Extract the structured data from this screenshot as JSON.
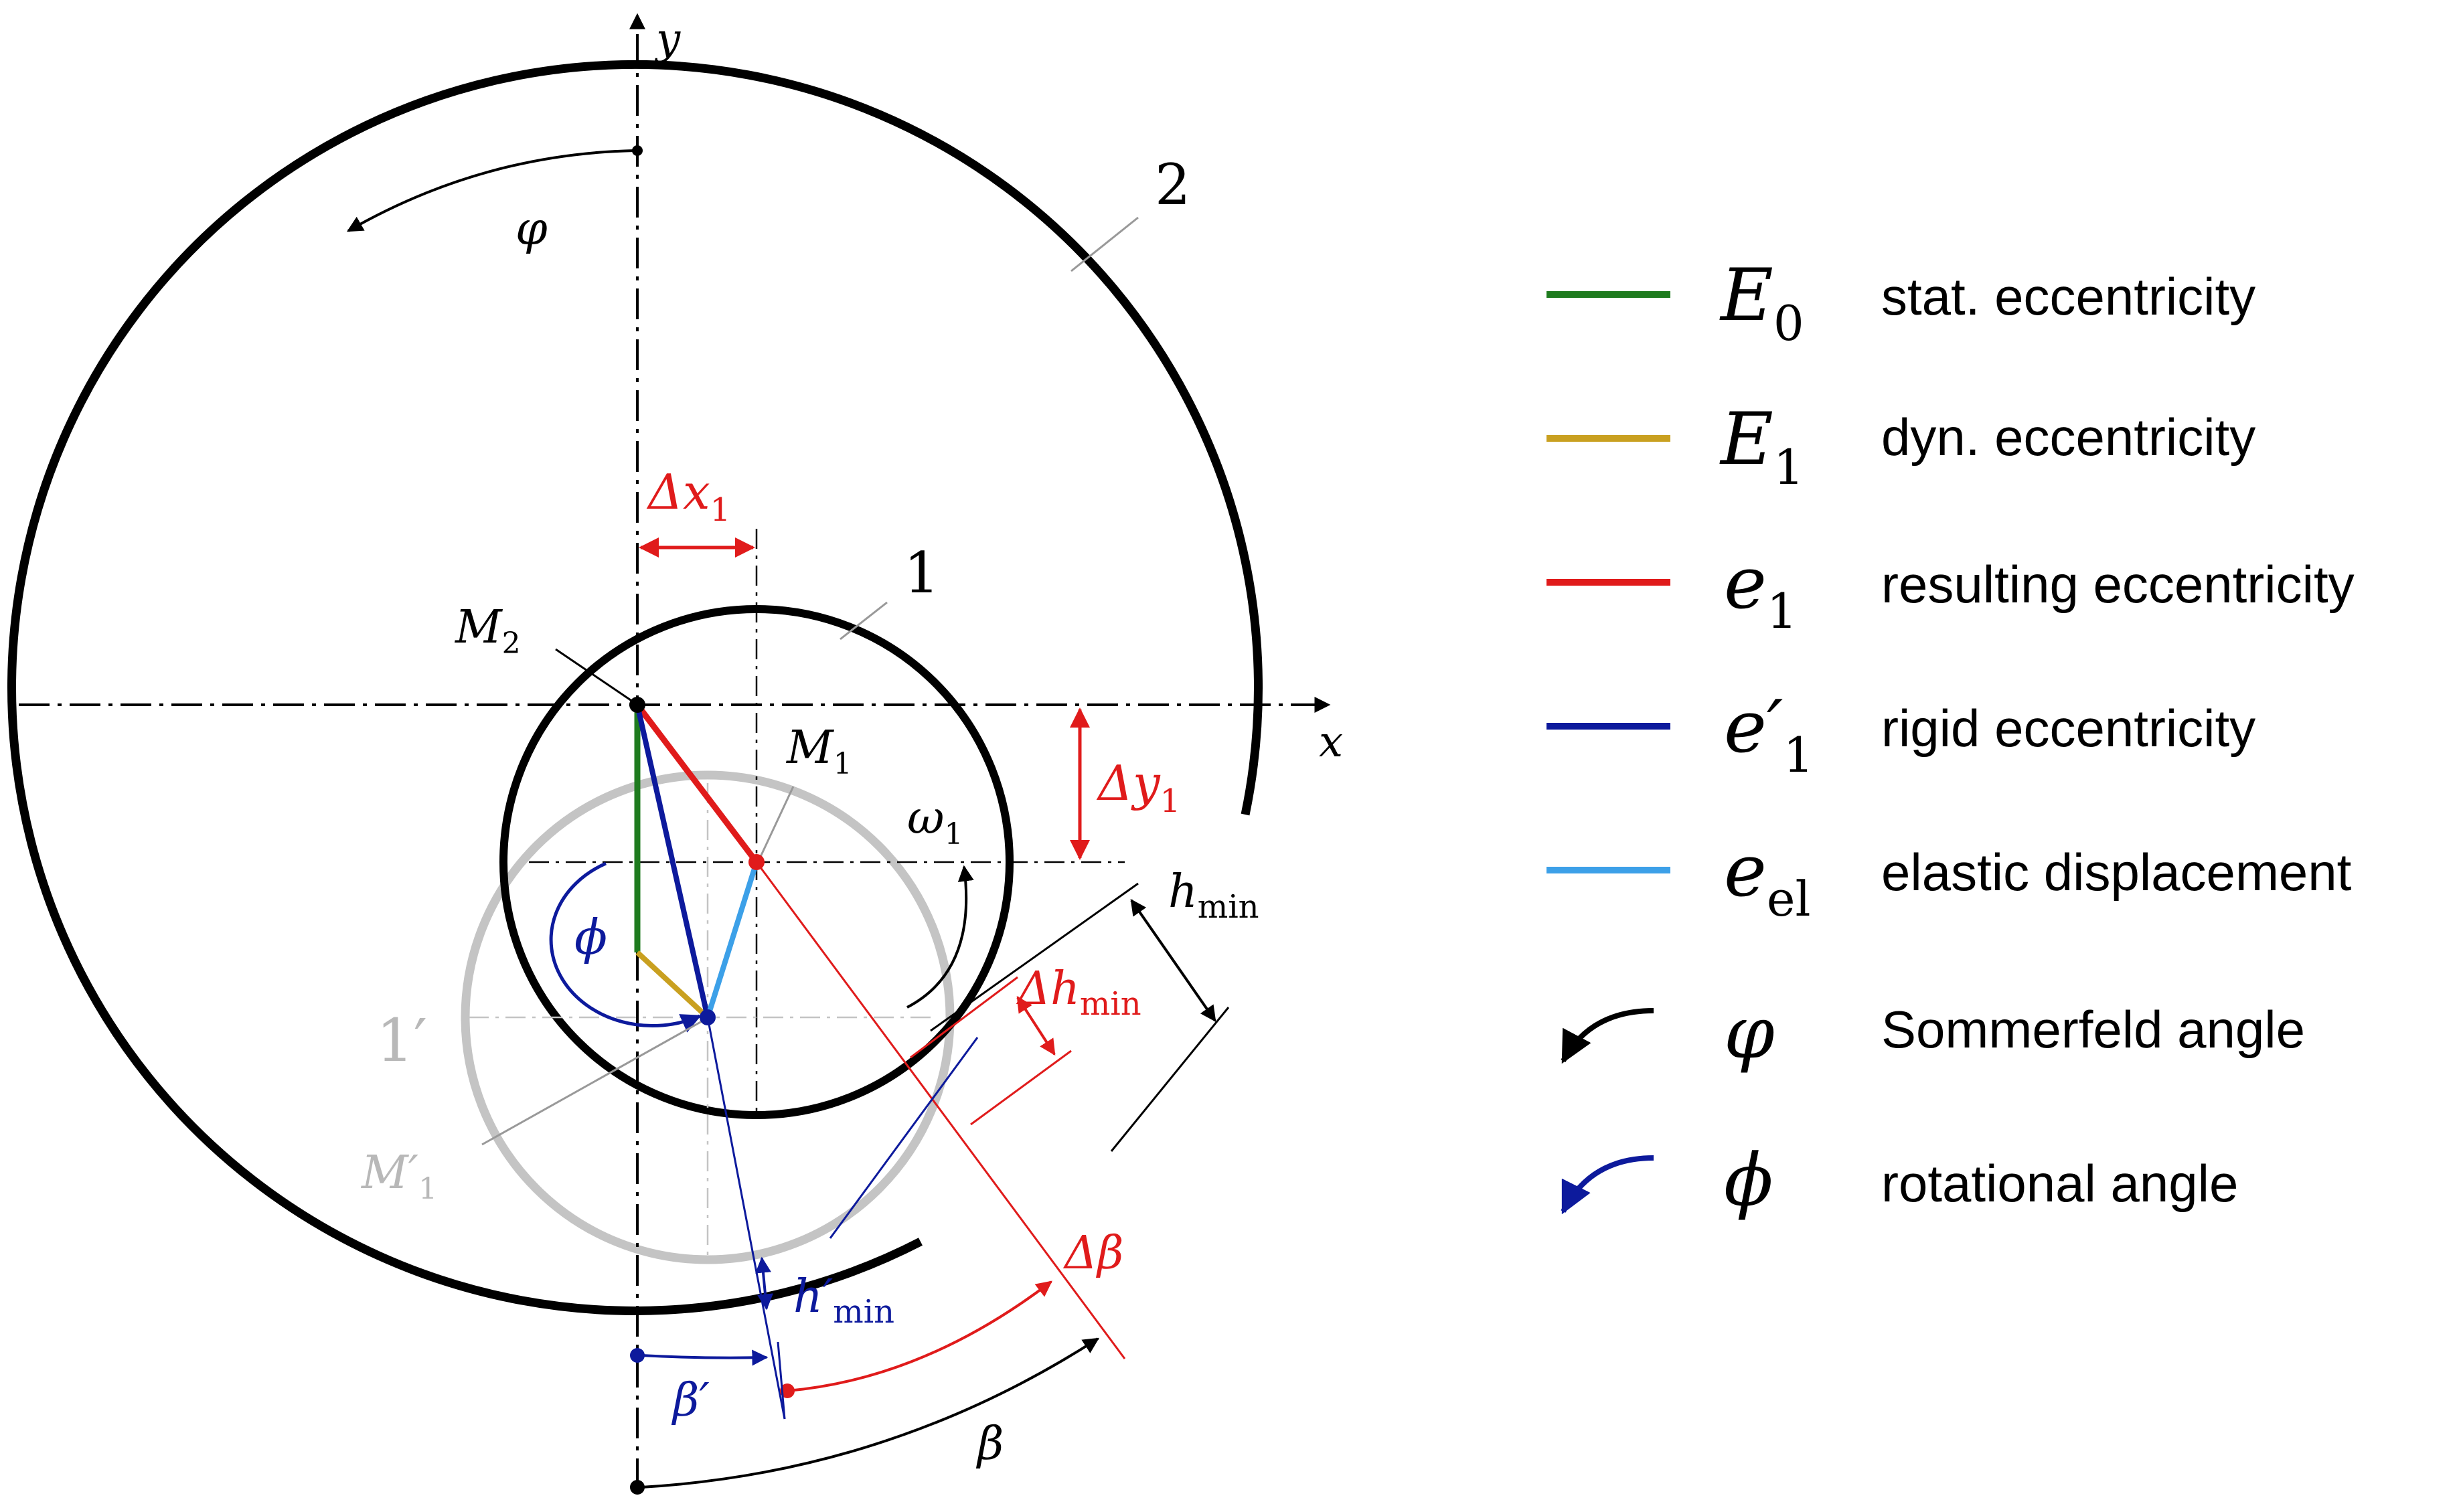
{
  "diagram": {
    "axes": {
      "x_label": "x",
      "y_label": "y"
    },
    "component_labels": {
      "outer": "2",
      "inner": "1",
      "rigid": "1′"
    },
    "points": {
      "M2": {
        "base": "M",
        "sub": "2"
      },
      "M1": {
        "base": "M",
        "sub": "1"
      },
      "M1p": {
        "base": "M′",
        "sub": "1"
      }
    },
    "symbols": {
      "phi_sommerfeld": "φ",
      "phi_rotational": "ϕ",
      "omega": {
        "base": "ω",
        "sub": "1"
      },
      "delta_x": {
        "base": "Δx",
        "sub": "1"
      },
      "delta_y": {
        "base": "Δy",
        "sub": "1"
      },
      "h_min": {
        "base": "h",
        "sub": "min"
      },
      "delta_h_min": {
        "base": "Δh",
        "sub": "min"
      },
      "h_prime_min": {
        "base": "h′",
        "sub": "min"
      },
      "beta": "β",
      "beta_prime": "β′",
      "delta_beta": "Δβ"
    }
  },
  "legend": {
    "items": [
      {
        "symbol_base": "E",
        "symbol_sub": "0",
        "text": "stat. eccentricity",
        "color": "#1e7b1e"
      },
      {
        "symbol_base": "E",
        "symbol_sub": "1",
        "text": "dyn. eccentricity",
        "color": "#c9a020"
      },
      {
        "symbol_base": "e",
        "symbol_sub": "1",
        "text": "resulting eccentricity",
        "color": "#e01b1b"
      },
      {
        "symbol_base": "e′",
        "symbol_sub": "1",
        "text": "rigid eccentricity",
        "color": "#0d1a9c"
      },
      {
        "symbol_base": "e",
        "symbol_sub": "el",
        "text": "elastic displacement",
        "color": "#3ca0e8"
      },
      {
        "symbol_base": "φ",
        "symbol_sub": "",
        "text": "Sommerfeld angle",
        "color": "#000000",
        "icon": "black-curved-arrow-icon"
      },
      {
        "symbol_base": "ϕ",
        "symbol_sub": "",
        "text": "rotational angle",
        "color": "#0d1a9c",
        "icon": "blue-curved-arrow-icon"
      }
    ]
  },
  "colors": {
    "black": "#000000",
    "gray": "#c4c4c4",
    "red": "#e01b1b",
    "blue": "#0d1a9c",
    "light_blue": "#3ca0e8",
    "green": "#1e7b1e",
    "gold": "#c9a020"
  }
}
